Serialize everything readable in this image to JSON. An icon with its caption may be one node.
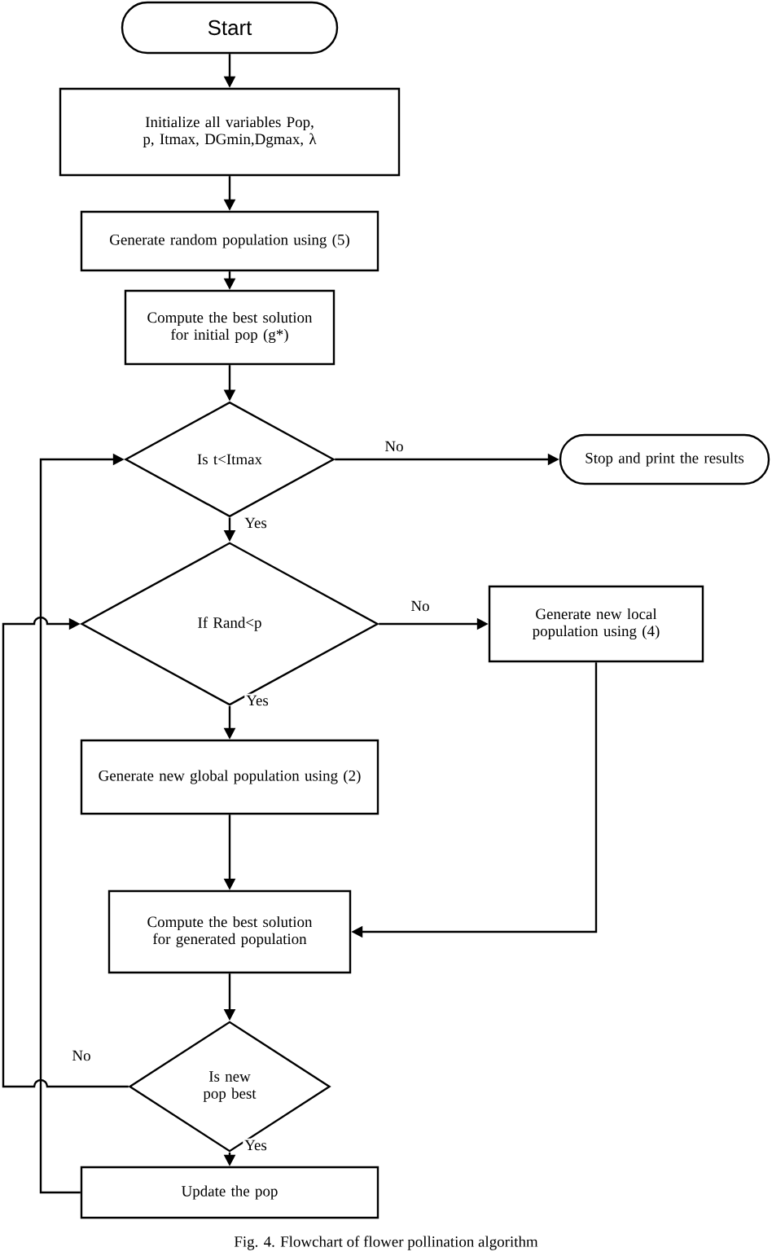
{
  "diagram": {
    "caption": "Fig. 4. Flowchart of flower pollination algorithm",
    "nodes": [
      {
        "text": [
          "Start"
        ]
      },
      {
        "text": [
          "Initialize all variables Pop, p, Itmax, DGmin,Dgmax, λ"
        ]
      },
      {
        "text": [
          "Generate random population using (5)"
        ]
      },
      {
        "text": [
          "Compute the best solution for initial pop (g*)"
        ]
      },
      {
        "text": [
          "Is t<Itmax"
        ]
      },
      {
        "text": [
          "Stop and print the results"
        ]
      },
      {
        "text": [
          "If Rand<p"
        ]
      },
      {
        "text": [
          "Generate new local population using (4)"
        ]
      },
      {
        "text": [
          "Generate new global population using (2)"
        ]
      },
      {
        "text": [
          "Compute the best solution for generated population"
        ]
      },
      {
        "text": [
          "Is new pop best"
        ]
      },
      {
        "text": [
          "Update the pop"
        ]
      }
    ],
    "edges": [
      {
        "from": 0,
        "to": 1,
        "arrow": "to"
      },
      {
        "from": 1,
        "to": 2,
        "arrow": "to"
      },
      {
        "from": 2,
        "to": 3,
        "arrow": "to"
      },
      {
        "from": 3,
        "to": 4,
        "arrow": "to"
      },
      {
        "from": 4,
        "to": 5,
        "arrow": "to",
        "label": "No"
      },
      {
        "from": 4,
        "to": 6,
        "arrow": "to",
        "label": "Yes"
      },
      {
        "from": 6,
        "to": 7,
        "arrow": "to",
        "label": "No"
      },
      {
        "from": 6,
        "to": 8,
        "arrow": "to",
        "label": "Yes"
      },
      {
        "from": 8,
        "to": 9,
        "arrow": "to"
      },
      {
        "from": 7,
        "to": 9,
        "arrow": "to"
      },
      {
        "from": 9,
        "to": 10,
        "arrow": "to"
      },
      {
        "from": 10,
        "to": 6,
        "arrow": "to",
        "label": "No"
      },
      {
        "from": 10,
        "to": 11,
        "arrow": "to",
        "label": "Yes"
      },
      {
        "from": 11,
        "to": 4,
        "arrow": "to"
      }
    ]
  }
}
